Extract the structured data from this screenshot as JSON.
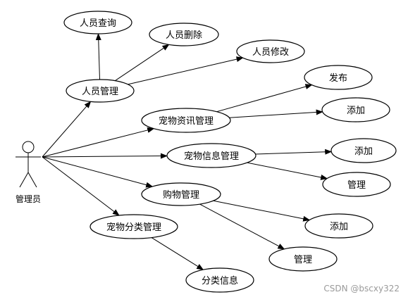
{
  "actor": {
    "label": "管理员"
  },
  "nodes": [
    {
      "id": "ry-cx",
      "label": "人员查询"
    },
    {
      "id": "ry-sc",
      "label": "人员删除"
    },
    {
      "id": "ry-xg",
      "label": "人员修改"
    },
    {
      "id": "ry-gl",
      "label": "人员管理"
    },
    {
      "id": "fb",
      "label": "发布"
    },
    {
      "id": "zx-gl",
      "label": "宠物资讯管理"
    },
    {
      "id": "tj1",
      "label": "添加"
    },
    {
      "id": "xx-gl",
      "label": "宠物信息管理"
    },
    {
      "id": "tj2",
      "label": "添加"
    },
    {
      "id": "gl1",
      "label": "管理"
    },
    {
      "id": "gw-gl",
      "label": "购物管理"
    },
    {
      "id": "tj3",
      "label": "添加"
    },
    {
      "id": "fl-gl",
      "label": "宠物分类管理"
    },
    {
      "id": "gl2",
      "label": "管理"
    },
    {
      "id": "fl-xx",
      "label": "分类信息"
    }
  ],
  "edges": [
    {
      "from": "actor",
      "to": "ry-gl"
    },
    {
      "from": "actor",
      "to": "zx-gl"
    },
    {
      "from": "actor",
      "to": "xx-gl"
    },
    {
      "from": "actor",
      "to": "gw-gl"
    },
    {
      "from": "actor",
      "to": "fl-gl"
    },
    {
      "from": "ry-gl",
      "to": "ry-cx"
    },
    {
      "from": "ry-gl",
      "to": "ry-sc"
    },
    {
      "from": "ry-gl",
      "to": "ry-xg"
    },
    {
      "from": "zx-gl",
      "to": "fb"
    },
    {
      "from": "zx-gl",
      "to": "tj1"
    },
    {
      "from": "xx-gl",
      "to": "tj2"
    },
    {
      "from": "xx-gl",
      "to": "gl1"
    },
    {
      "from": "gw-gl",
      "to": "tj3"
    },
    {
      "from": "gw-gl",
      "to": "gl2"
    },
    {
      "from": "fl-gl",
      "to": "fl-xx"
    }
  ],
  "watermark": "CSDN @bscxy322"
}
